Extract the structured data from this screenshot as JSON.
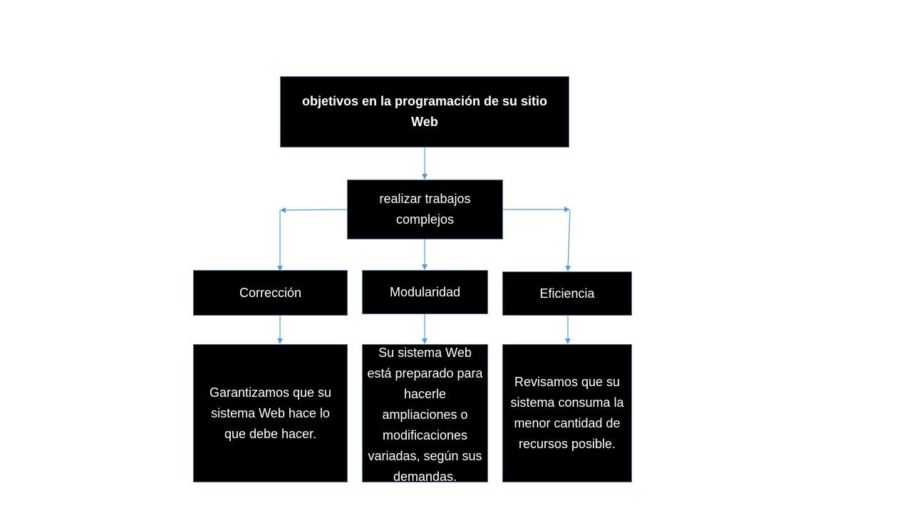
{
  "root": {
    "label": "objetivos en la programación de su sitio Web"
  },
  "level1": {
    "label": "realizar trabajos complejos"
  },
  "columns": [
    {
      "title": "Corrección",
      "description": "Garantizamos que su sistema Web hace lo que debe hacer."
    },
    {
      "title": "Modularidad",
      "description": "Su sistema Web está preparado para hacerle ampliaciones o modificaciones variadas, según sus demandas."
    },
    {
      "title": "Eficiencia",
      "description": "Revisamos que su sistema consuma la menor cantidad de recursos posible."
    }
  ],
  "colors": {
    "box": "#000000",
    "border": "#41719c",
    "connector": "#5b9bd5"
  }
}
